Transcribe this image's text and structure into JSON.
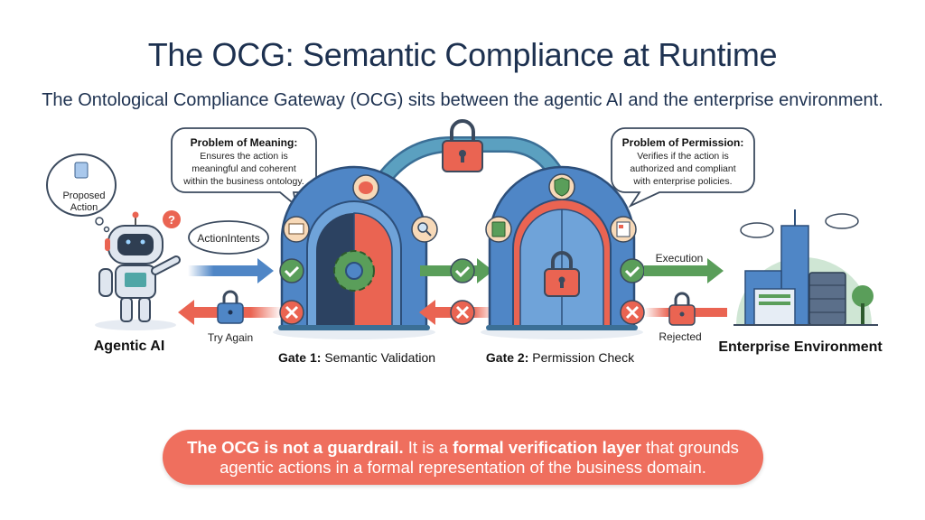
{
  "title": "The OCG: Semantic Compliance at Runtime",
  "subtitle": "The Ontological Compliance Gateway (OCG) sits between the agentic AI and the enterprise environment.",
  "agent": {
    "thought": [
      "Proposed",
      "Action"
    ],
    "label": "Agentic AI",
    "question_mark": "?",
    "intent_cloud": "ActionIntents",
    "retry_label": "Try Again"
  },
  "gate1": {
    "label_bold": "Gate 1:",
    "label": "Semantic Validation",
    "bubble_title": "Problem of Meaning:",
    "bubble_lines": [
      "Ensures the action is",
      "meaningful and coherent",
      "within the business ontology."
    ]
  },
  "gate2": {
    "label_bold": "Gate 2:",
    "label": "Permission Check",
    "bubble_title": "Problem of Permission:",
    "bubble_lines": [
      "Verifies if the action is",
      "authorized and compliant",
      "with enterprise policies."
    ]
  },
  "enterprise": {
    "label": "Enterprise Environment",
    "execution_label": "Execution",
    "rejected_label": "Rejected"
  },
  "footer": {
    "bold1": "The OCG is not a guardrail.",
    "text1": " It is a ",
    "bold2": "formal verification layer",
    "text2": " that grounds",
    "line2": "agentic actions in a formal representation of the business domain."
  },
  "colors": {
    "navy": "#1d3150",
    "blue": "#4f86c6",
    "green": "#5a9e5a",
    "red": "#ea6452",
    "peach": "#f7d9b8"
  }
}
